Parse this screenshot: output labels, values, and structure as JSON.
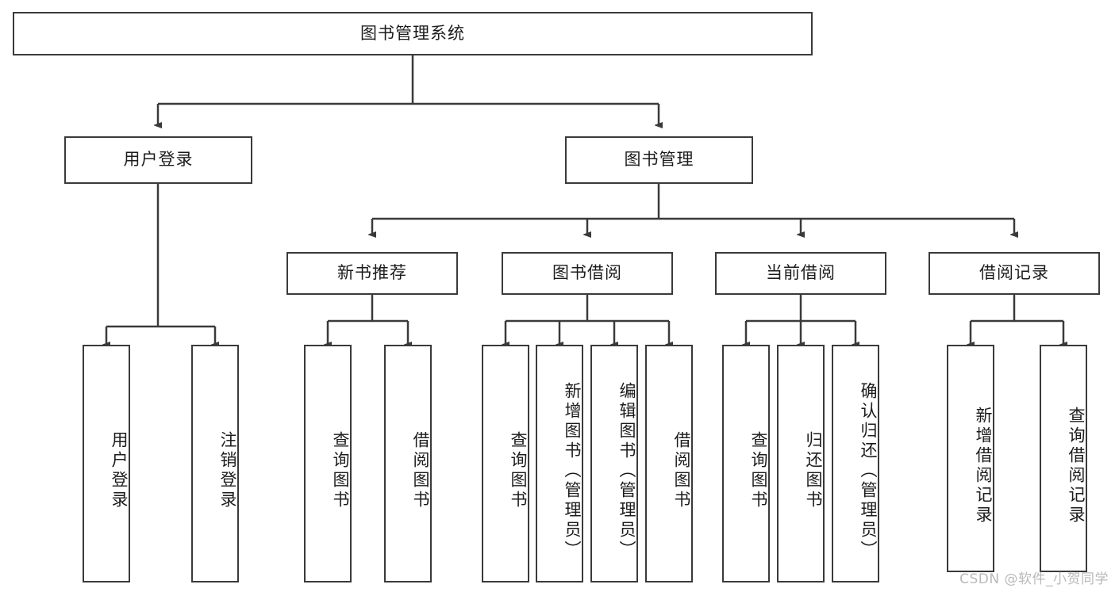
{
  "diagram": {
    "title": "图书管理系统",
    "type": "hierarchy-tree",
    "root": {
      "label": "图书管理系统"
    },
    "level2": [
      {
        "label": "用户登录"
      },
      {
        "label": "图书管理"
      }
    ],
    "level3": [
      {
        "label": "新书推荐"
      },
      {
        "label": "图书借阅"
      },
      {
        "label": "当前借阅"
      },
      {
        "label": "借阅记录"
      }
    ],
    "leaves": {
      "user_login": [
        {
          "label": "用户登录"
        },
        {
          "label": "注销登录"
        }
      ],
      "new_book_recommend": [
        {
          "label": "查询图书"
        },
        {
          "label": "借阅图书"
        }
      ],
      "book_borrow": [
        {
          "label": "查询图书"
        },
        {
          "label": "新增图书（管理员）"
        },
        {
          "label": "编辑图书（管理员）"
        },
        {
          "label": "借阅图书"
        }
      ],
      "current_borrow": [
        {
          "label": "查询图书"
        },
        {
          "label": "归还图书"
        },
        {
          "label": "确认归还（管理员）"
        }
      ],
      "borrow_record": [
        {
          "label": "新增借阅记录"
        },
        {
          "label": "查询借阅记录"
        }
      ]
    }
  },
  "watermark": {
    "text": "CSDN @软件_小贺同学"
  },
  "colors": {
    "border": "#3a3a3a",
    "background": "#ffffff",
    "text": "#1c1c1c",
    "watermark": "#b9b9b9"
  }
}
